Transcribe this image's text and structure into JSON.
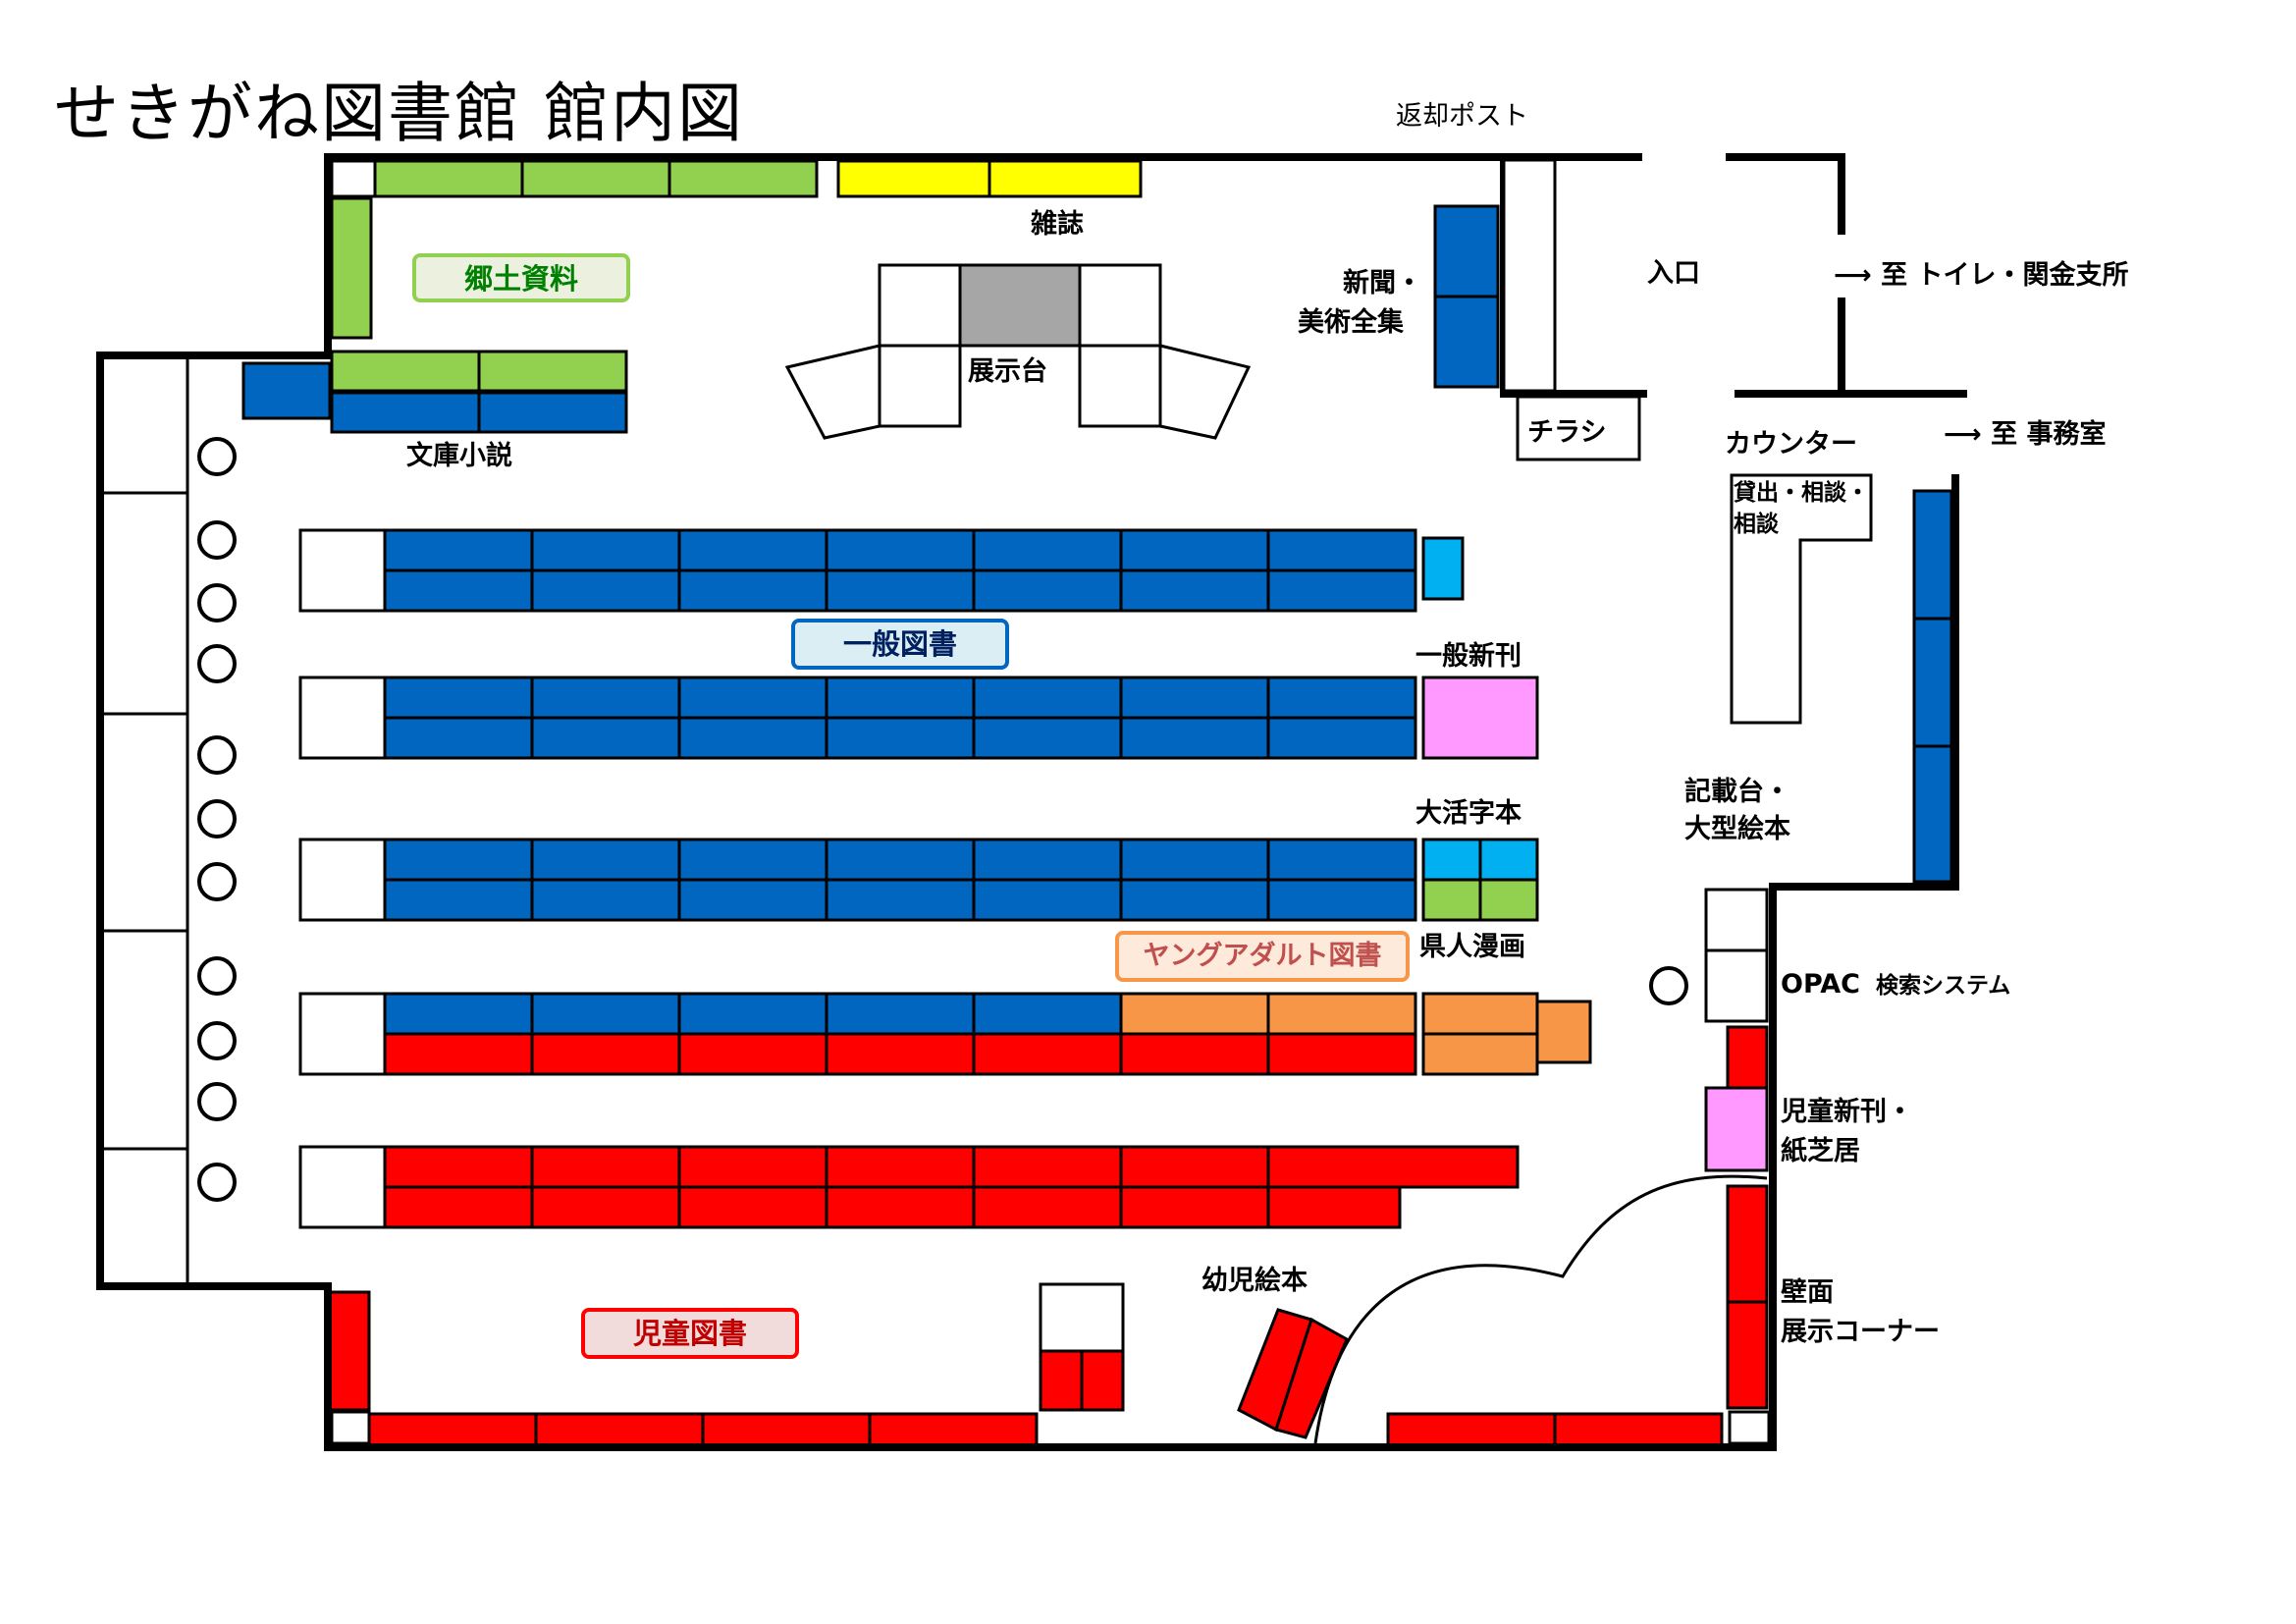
{
  "title": "せきがね図書館  館内図",
  "labels": {
    "henkyaku_post": "返却ポスト",
    "zasshi": "雑誌",
    "tenjidai": "展示台",
    "shinbun": "新聞・",
    "bijutsu": "美術全集",
    "iriguchi": "入口",
    "to_toilet": "至  トイレ・関金支所",
    "chirashi": "チラシ",
    "to_jimu": "至  事務室",
    "counter": "カウンター",
    "kashidashi_1": "貸出・相談・",
    "kashidashi_2": "相談",
    "bunko": "文庫小説",
    "ippan_shinkan": "一般新刊",
    "daikatsuji": "大活字本",
    "kenjin_manga": "県人漫画",
    "kisaidai_1": "記載台・",
    "kisaidai_2": "大型絵本",
    "opac": "OPAC",
    "opac_sub": "検索システム",
    "jido_shinkan_1": "児童新刊・",
    "jido_shinkan_2": "紙芝居",
    "youji_ehon": "幼児絵本",
    "hekimen_1": "壁面",
    "hekimen_2": "展示コーナー"
  },
  "zones": {
    "kyodo": "郷土資料",
    "ippan": "一般図書",
    "ya": "ヤングアダルト図書",
    "jido": "児童図書"
  },
  "colors": {
    "general": "#0066bf",
    "local": "#92d050",
    "magazine": "#ffff00",
    "new_general": "#ff99ff",
    "large_print": "#00b0f0",
    "young_adult": "#f79646",
    "children": "#ff0000",
    "display": "#a6a6a6"
  }
}
